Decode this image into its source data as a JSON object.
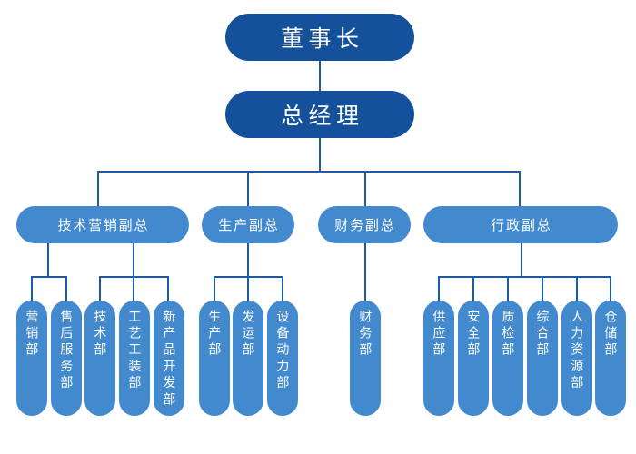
{
  "chart_title": "",
  "theme": {
    "background": "#ffffff",
    "exec_fill": "#14519A",
    "vp_fill": "#4389CE",
    "dept_fill": "#4389CE",
    "connector": "#1F5A9E",
    "label_color": "#ffffff"
  },
  "org": {
    "chairman": {
      "label": "董事长"
    },
    "general_manager": {
      "label": "总经理"
    },
    "vps": [
      {
        "label": "技术营销副总",
        "groups": [
          {
            "departments": [
              {
                "label": "营销部"
              },
              {
                "label": "售后服务部"
              }
            ]
          },
          {
            "departments": [
              {
                "label": "技术部"
              },
              {
                "label": "工艺工装部"
              },
              {
                "label": "新产品开发部"
              }
            ]
          }
        ]
      },
      {
        "label": "生产副总",
        "groups": [
          {
            "departments": [
              {
                "label": "生产部"
              },
              {
                "label": "发运部"
              },
              {
                "label": "设备动力部"
              }
            ]
          }
        ]
      },
      {
        "label": "财务副总",
        "groups": [
          {
            "departments": [
              {
                "label": "财务部"
              }
            ]
          }
        ]
      },
      {
        "label": "行政副总",
        "groups": [
          {
            "departments": [
              {
                "label": "供应部"
              },
              {
                "label": "安全部"
              },
              {
                "label": "质检部"
              },
              {
                "label": "综合部"
              },
              {
                "label": "人力资源部"
              },
              {
                "label": "仓储部"
              }
            ]
          }
        ]
      }
    ]
  }
}
